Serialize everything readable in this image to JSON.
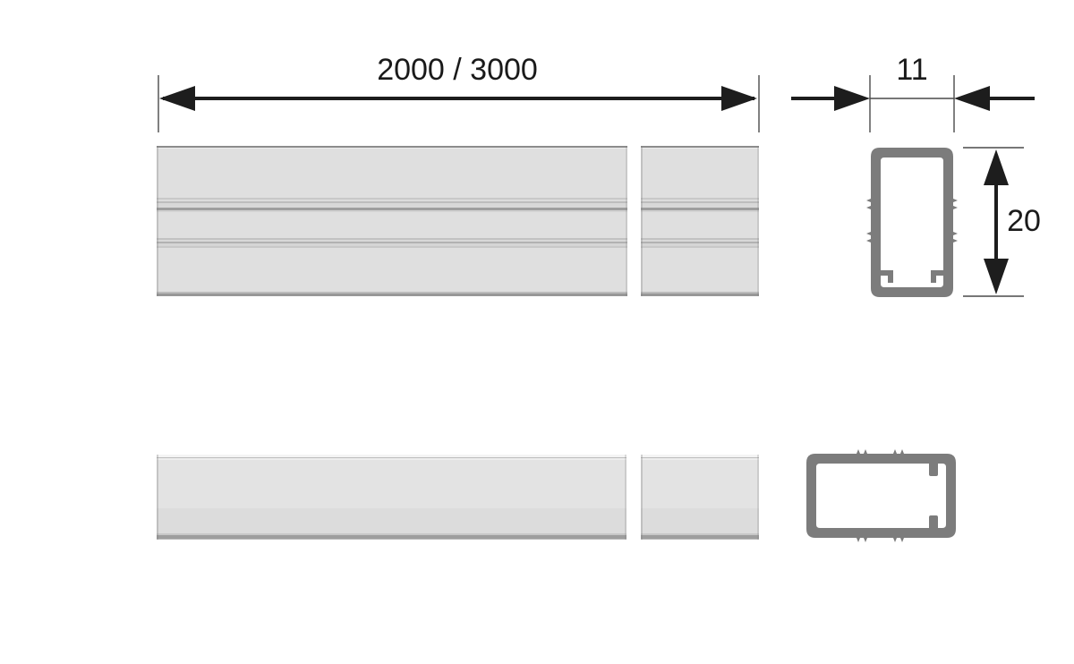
{
  "colors": {
    "profile-gray": "#7c7c7c",
    "bar-fill": "#dfdfdf",
    "line-dark": "#1d1d1d",
    "ext-line": "#4a4a4a",
    "text-color": "#1a1a1a",
    "background": "#ffffff"
  },
  "dimensions": {
    "length": {
      "label": "2000 / 3000"
    },
    "width": {
      "label": "11"
    },
    "height": {
      "label": "20"
    }
  }
}
